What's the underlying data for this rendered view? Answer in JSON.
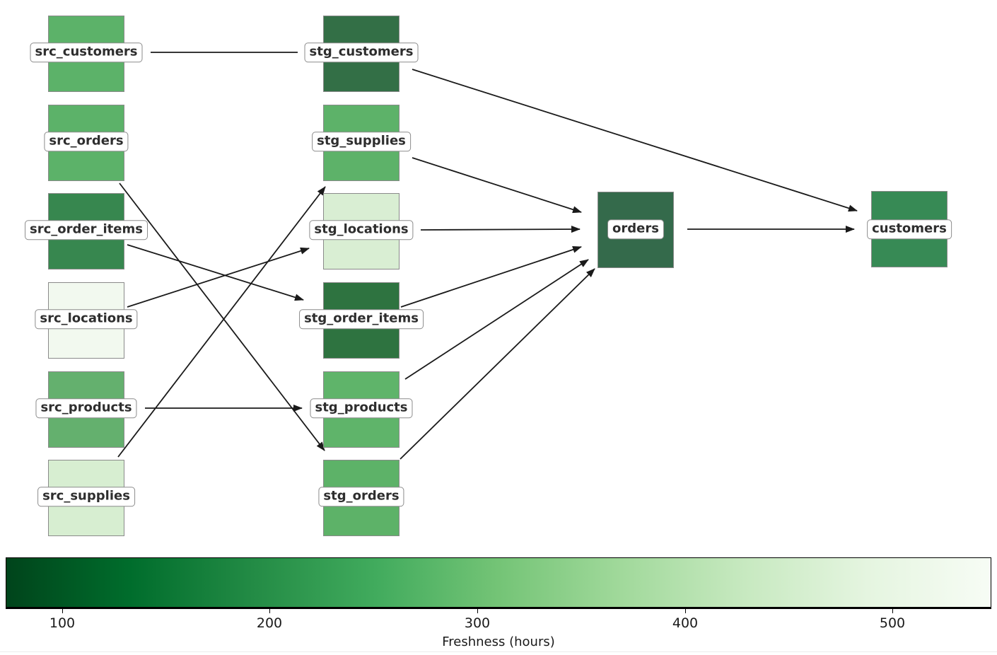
{
  "graph": {
    "type": "dag-lineage",
    "nodes": [
      {
        "id": "src_customers",
        "label": "src_customers",
        "column": "source",
        "color": "#5cb269"
      },
      {
        "id": "src_orders",
        "label": "src_orders",
        "column": "source",
        "color": "#5cb269"
      },
      {
        "id": "src_order_items",
        "label": "src_order_items",
        "column": "source",
        "color": "#37874f"
      },
      {
        "id": "src_locations",
        "label": "src_locations",
        "column": "source",
        "color": "#f2f9ef"
      },
      {
        "id": "src_products",
        "label": "src_products",
        "column": "source",
        "color": "#64b06e"
      },
      {
        "id": "src_supplies",
        "label": "src_supplies",
        "column": "source",
        "color": "#d7eed1"
      },
      {
        "id": "stg_customers",
        "label": "stg_customers",
        "column": "staging",
        "color": "#336f46"
      },
      {
        "id": "stg_supplies",
        "label": "stg_supplies",
        "column": "staging",
        "color": "#5db269"
      },
      {
        "id": "stg_locations",
        "label": "stg_locations",
        "column": "staging",
        "color": "#d9eed3"
      },
      {
        "id": "stg_order_items",
        "label": "stg_order_items",
        "column": "staging",
        "color": "#2e7340"
      },
      {
        "id": "stg_products",
        "label": "stg_products",
        "column": "staging",
        "color": "#5fb46a"
      },
      {
        "id": "stg_orders",
        "label": "stg_orders",
        "column": "staging",
        "color": "#5db268"
      },
      {
        "id": "orders",
        "label": "orders",
        "column": "mart",
        "color": "#346a4b"
      },
      {
        "id": "customers",
        "label": "customers",
        "column": "mart",
        "color": "#378a55"
      }
    ],
    "edges": [
      {
        "from": "src_customers",
        "to": "stg_customers"
      },
      {
        "from": "src_orders",
        "to": "stg_orders"
      },
      {
        "from": "src_order_items",
        "to": "stg_order_items"
      },
      {
        "from": "src_locations",
        "to": "stg_locations"
      },
      {
        "from": "src_products",
        "to": "stg_products"
      },
      {
        "from": "src_supplies",
        "to": "stg_supplies"
      },
      {
        "from": "stg_customers",
        "to": "customers"
      },
      {
        "from": "stg_supplies",
        "to": "orders"
      },
      {
        "from": "stg_locations",
        "to": "orders"
      },
      {
        "from": "stg_order_items",
        "to": "orders"
      },
      {
        "from": "stg_products",
        "to": "orders"
      },
      {
        "from": "stg_orders",
        "to": "orders"
      },
      {
        "from": "orders",
        "to": "customers"
      }
    ]
  },
  "colorbar": {
    "label": "Freshness (hours)",
    "ticks": [
      "100",
      "200",
      "300",
      "400",
      "500"
    ],
    "orientation": "horizontal",
    "gradient_left_to_right": [
      "#00441b",
      "#006d2c",
      "#238b45",
      "#41ab5d",
      "#74c476",
      "#a1d99b",
      "#c7e9c0",
      "#e5f5e0",
      "#f7fcf5"
    ]
  },
  "edge_style": {
    "color": "#1a1a1a"
  }
}
